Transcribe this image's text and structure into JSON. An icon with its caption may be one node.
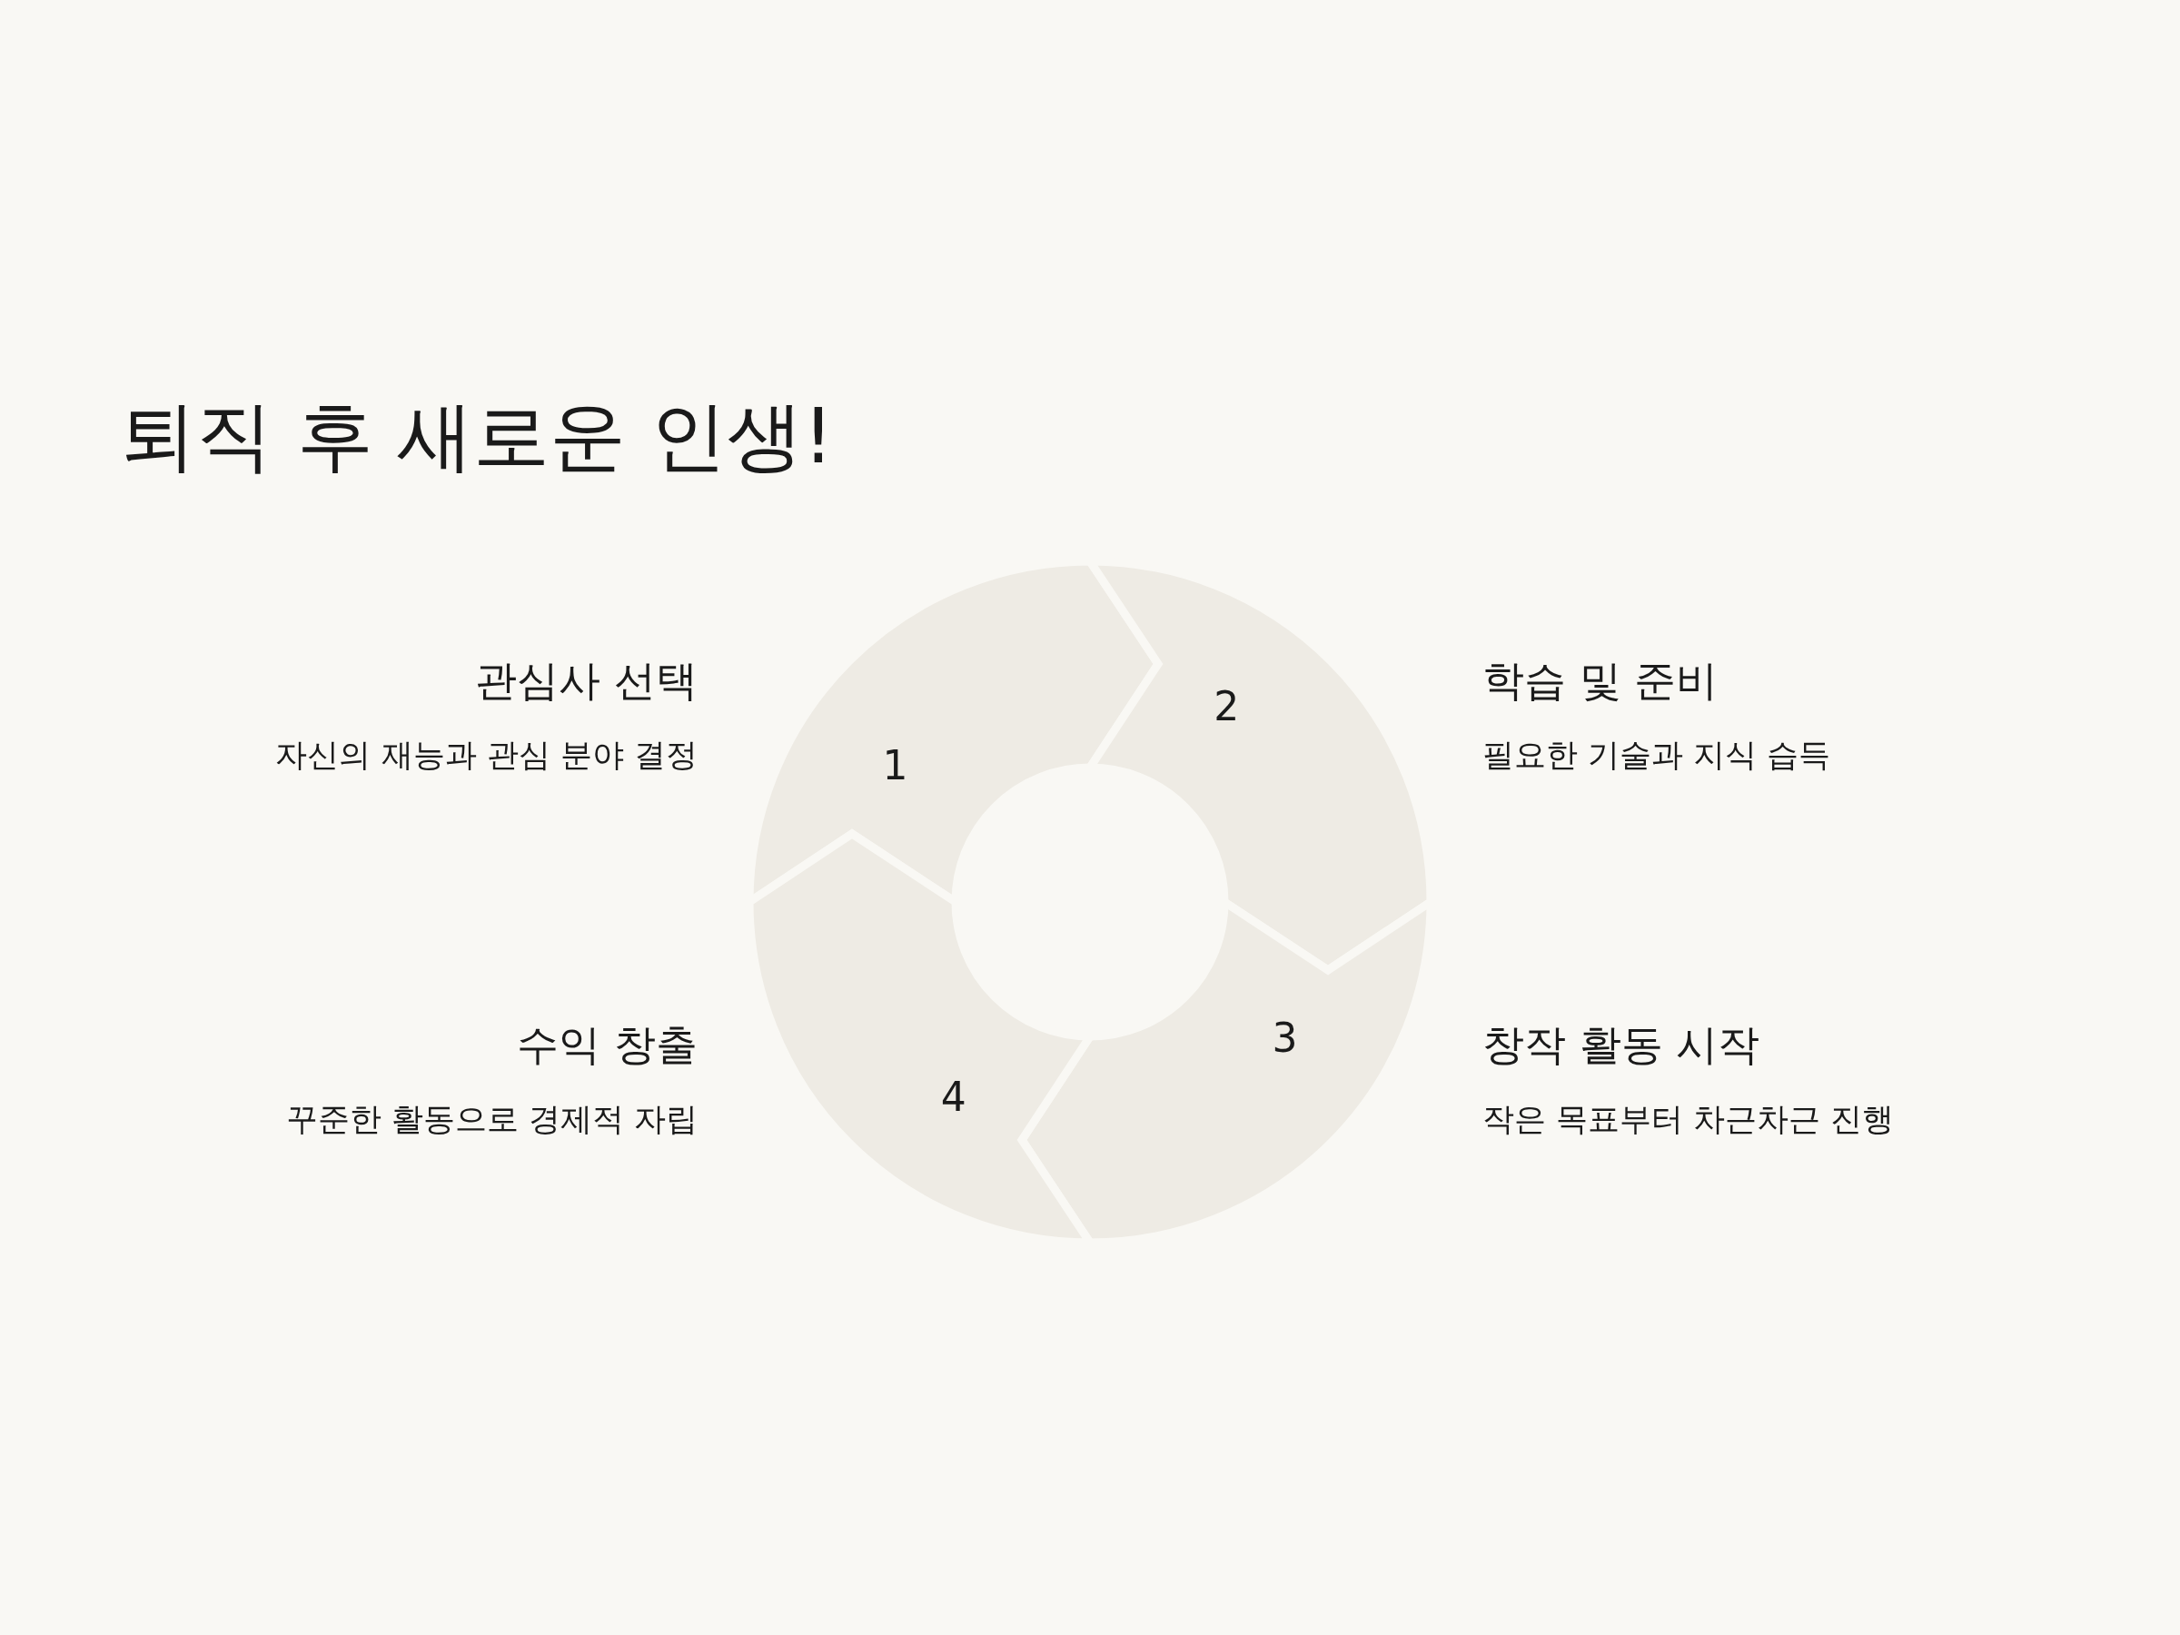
{
  "diagram": {
    "title": "퇴직 후 새로운 인생!",
    "nodes": [
      {
        "text": [
          "1"
        ],
        "beside": [
          "관심사 선택",
          "자신의 재능과 관심 분야 결정"
        ]
      },
      {
        "text": [
          "2"
        ],
        "beside": [
          "학습 및 준비",
          "필요한 기술과 지식 습득"
        ]
      },
      {
        "text": [
          "3"
        ],
        "beside": [
          "창작 활동 시작",
          "작은 목표부터 차근차근 진행"
        ]
      },
      {
        "text": [
          "4"
        ],
        "beside": [
          "수익 창출",
          "꾸준한 활동으로 경제적 자립"
        ]
      }
    ]
  }
}
